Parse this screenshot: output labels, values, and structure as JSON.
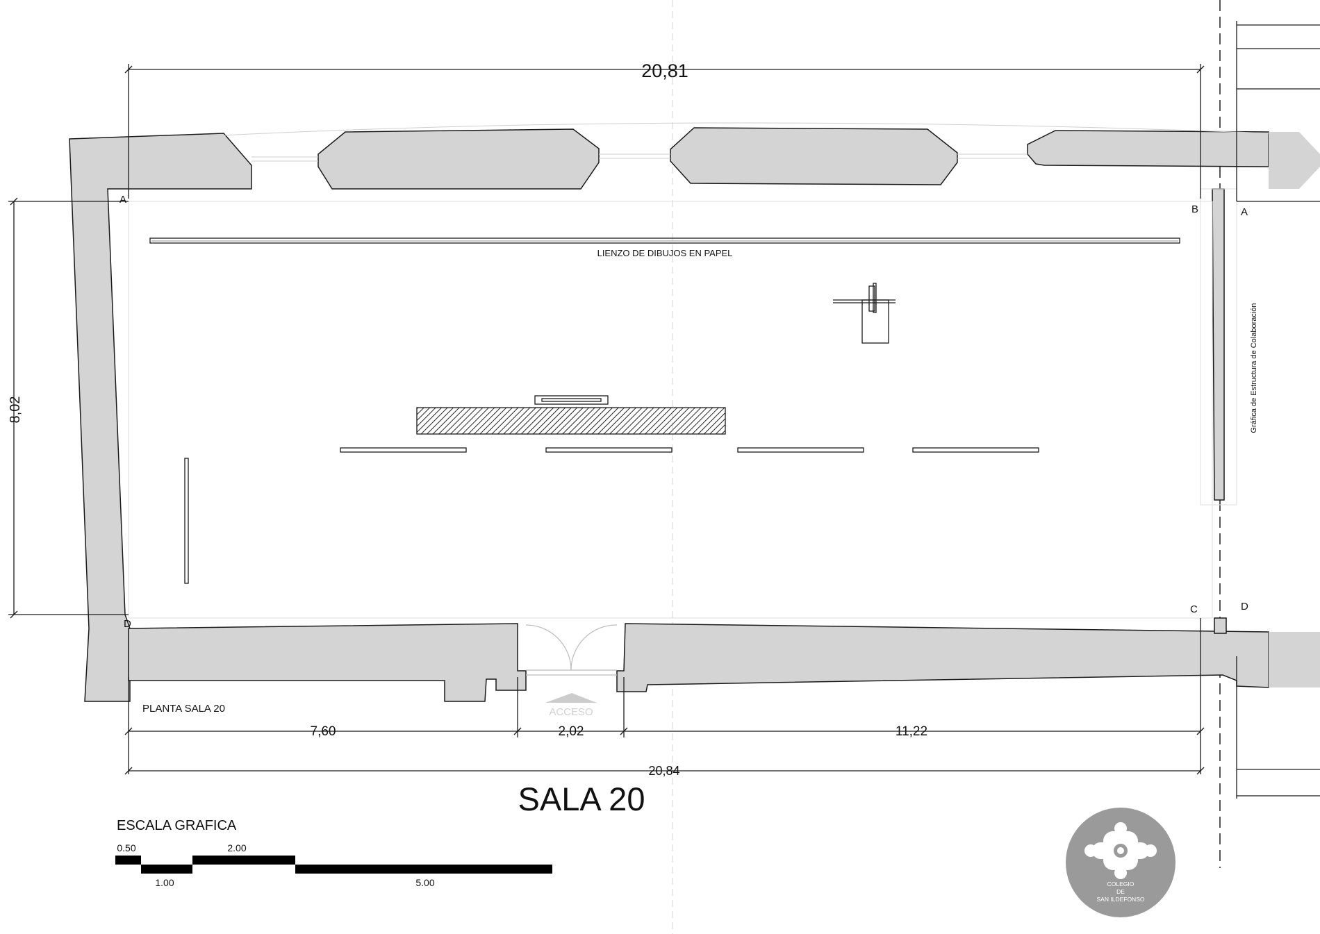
{
  "drawing": {
    "title": "SALA 20",
    "plan_label": "PLANTA SALA 20",
    "canvas_label": "LIENZO DE DIBUJOS EN PAPEL",
    "vertical_graphic_label": "Gráfica de Estructura de Colaboración",
    "access_label": "ACCESO"
  },
  "dimensions": {
    "top_total": "20,81",
    "left_height": "8,02",
    "bottom_segment_1": "7,60",
    "bottom_segment_2": "2,02",
    "bottom_segment_3": "11,22",
    "bottom_total": "20,84"
  },
  "section_marks": {
    "a_left": "A",
    "b": "B",
    "a_right": "A",
    "d_left": "D",
    "c": "C",
    "d_right": "D"
  },
  "scale": {
    "title": "ESCALA GRAFICA",
    "labels": {
      "v050": "0.50",
      "v100": "1.00",
      "v200": "2.00",
      "v500": "5.00"
    }
  },
  "logo": {
    "line1": "COLEGIO",
    "line2": "DE",
    "line3": "SAN ILDEFONSO"
  },
  "colors": {
    "wall_fill": "#d4d4d4",
    "line": "#1a1a1a",
    "logo_bg": "#9a9a9a"
  }
}
